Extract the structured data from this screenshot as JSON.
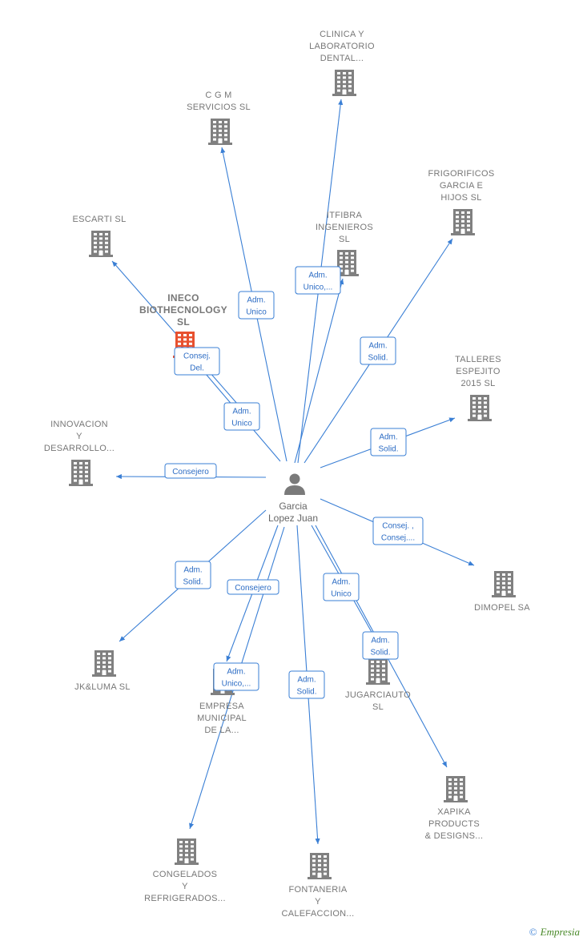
{
  "person": {
    "name_lines": [
      "Garcia",
      "Lopez Juan"
    ]
  },
  "companies": [
    {
      "id": "clinica",
      "lines": [
        "CLINICA Y",
        "LABORATORIO",
        "DENTAL..."
      ],
      "highlight": false
    },
    {
      "id": "cgm",
      "lines": [
        "C G M",
        "SERVICIOS  SL"
      ],
      "highlight": false
    },
    {
      "id": "frigorificos",
      "lines": [
        "FRIGORIFICOS",
        "GARCIA E",
        "HIJOS  SL"
      ],
      "highlight": false
    },
    {
      "id": "escarti",
      "lines": [
        "ESCARTI SL"
      ],
      "highlight": false
    },
    {
      "id": "itfibra",
      "lines": [
        "ITFIBRA",
        "INGENIEROS",
        "SL"
      ],
      "highlight": false
    },
    {
      "id": "ineco",
      "lines": [
        "INECO",
        "BIOTHECNOLOGY",
        "SL"
      ],
      "highlight": true
    },
    {
      "id": "talleres",
      "lines": [
        "TALLERES",
        "ESPEJITO",
        "2015  SL"
      ],
      "highlight": false
    },
    {
      "id": "innovacion",
      "lines": [
        "INNOVACION",
        "Y",
        "DESARROLLO..."
      ],
      "highlight": false
    },
    {
      "id": "dimopel",
      "lines": [
        "DIMOPEL SA"
      ],
      "highlight": false
    },
    {
      "id": "jkluma",
      "lines": [
        "JK&LUMA  SL"
      ],
      "highlight": false
    },
    {
      "id": "empresa",
      "lines": [
        "EMPRESA",
        "MUNICIPAL",
        "DE LA..."
      ],
      "highlight": false
    },
    {
      "id": "jugarciauto",
      "lines": [
        "JUGARCIAUTO",
        "SL"
      ],
      "highlight": false
    },
    {
      "id": "xapika",
      "lines": [
        "XAPIKA",
        "PRODUCTS",
        "& DESIGNS..."
      ],
      "highlight": false
    },
    {
      "id": "congelados",
      "lines": [
        "CONGELADOS",
        "Y",
        "REFRIGERADOS..."
      ],
      "highlight": false
    },
    {
      "id": "fontaneria",
      "lines": [
        "FONTANERIA",
        "Y",
        "CALEFACCION..."
      ],
      "highlight": false
    }
  ],
  "relations": [
    {
      "target": "clinica",
      "lines": [
        "Adm.",
        "Unico"
      ]
    },
    {
      "target": "cgm",
      "lines": [
        "Adm.",
        "Unico"
      ]
    },
    {
      "target": "itfibra",
      "lines": [
        "Adm.",
        "Unico,..."
      ]
    },
    {
      "target": "frigorificos",
      "lines": [
        "Adm.",
        "Solid."
      ]
    },
    {
      "target": "escarti",
      "lines": [
        "Consej.",
        "Del."
      ]
    },
    {
      "target": "ineco",
      "lines": [
        "Adm.",
        "Unico"
      ]
    },
    {
      "target": "talleres",
      "lines": [
        "Adm.",
        "Solid."
      ]
    },
    {
      "target": "innovacion",
      "lines": [
        "Consejero"
      ]
    },
    {
      "target": "dimopel",
      "lines": [
        "Consej. ,",
        "Consej...."
      ]
    },
    {
      "target": "jkluma",
      "lines": [
        "Adm.",
        "Solid."
      ]
    },
    {
      "target": "empresa",
      "lines": [
        "Consejero"
      ]
    },
    {
      "target": "congelados",
      "lines": [
        "Adm.",
        "Unico,..."
      ]
    },
    {
      "target": "fontaneria",
      "lines": [
        "Adm.",
        "Solid."
      ]
    },
    {
      "target": "jugarciauto",
      "lines": [
        "Adm.",
        "Unico"
      ]
    },
    {
      "target": "xapika",
      "lines": [
        "Adm.",
        "Solid."
      ]
    }
  ],
  "footer": {
    "copyright_symbol": "©",
    "brand": "Empresia"
  },
  "colors": {
    "edge": "#3a7fd5",
    "building": "#808080",
    "building_highlight": "#e8512f"
  }
}
